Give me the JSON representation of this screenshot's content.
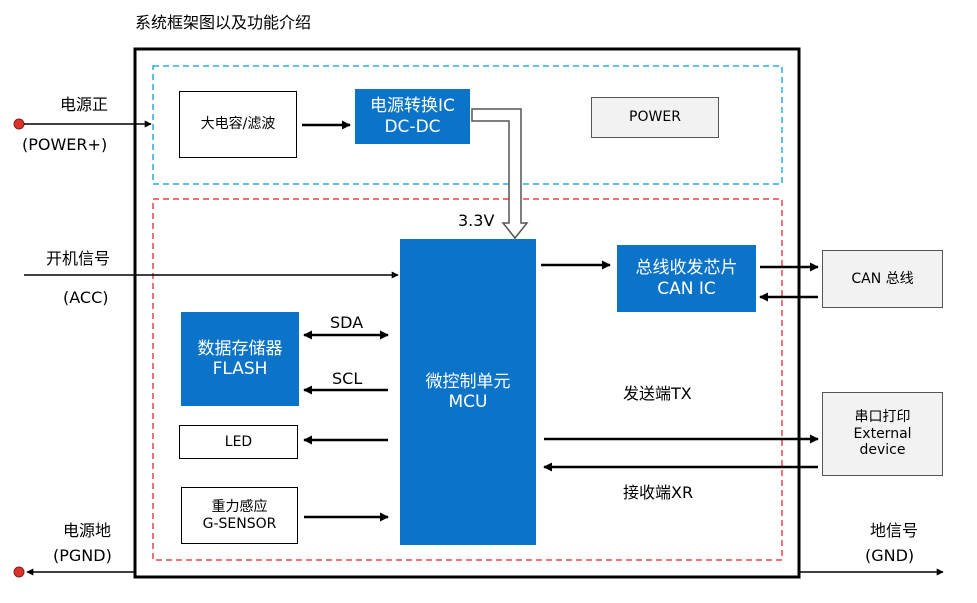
{
  "title": "系统框架图以及功能介绍",
  "left_io": {
    "power_cn": "电源正",
    "power_en": "(POWER+)",
    "acc_cn": "开机信号",
    "acc_en": "(ACC)",
    "pgnd_cn": "电源地",
    "pgnd_en": "(PGND)"
  },
  "right_io": {
    "gnd_cn": "地信号",
    "gnd_en": "(GND)"
  },
  "blocks": {
    "capacitor": "大电容/滤波",
    "power_ic_line1": "电源转换IC",
    "power_ic_line2": "DC-DC",
    "power_label": "POWER",
    "mcu_line1": "微控制单元",
    "mcu_line2": "MCU",
    "flash_line1": "数据存储器",
    "flash_line2": "FLASH",
    "led": "LED",
    "gsensor_line1": "重力感应",
    "gsensor_line2": "G-SENSOR",
    "can_ic_line1": "总线收发芯片",
    "can_ic_line2": "CAN IC",
    "can_bus": "CAN 总线",
    "uart_line1": "串口打印",
    "uart_line2": "External",
    "uart_line3": "device"
  },
  "signals": {
    "v33": "3.3V",
    "sda": "SDA",
    "scl": "SCL",
    "tx": "发送端TX",
    "rx": "接收端XR"
  },
  "colors": {
    "block_blue": "#0b74c8",
    "power_zone_border": "#29abe2",
    "logic_zone_border": "#e8434b",
    "terminal_dot": "#d9342b",
    "external_fill": "#f2f2f2"
  }
}
